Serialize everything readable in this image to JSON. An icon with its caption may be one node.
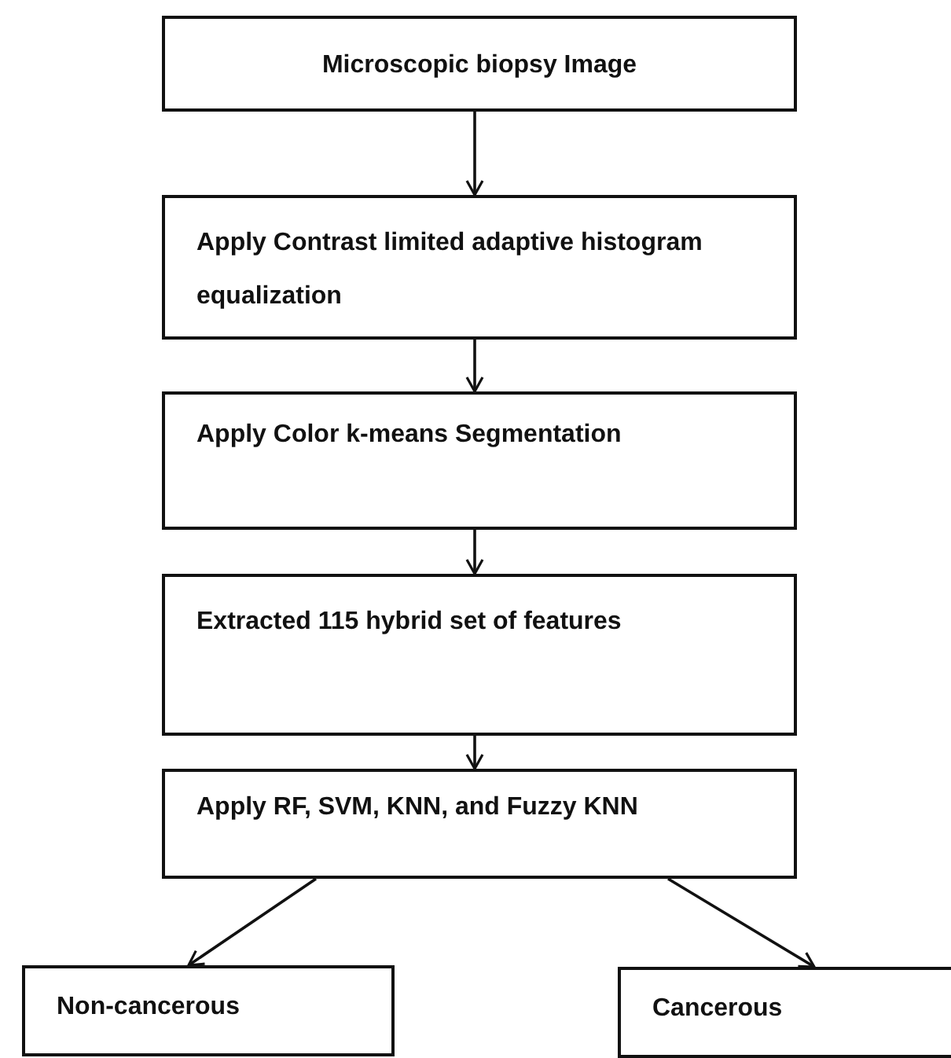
{
  "diagram": {
    "nodes": [
      {
        "text": [
          "Microscopic biopsy Image"
        ]
      },
      {
        "text": [
          "Apply Contrast limited adaptive histogram equalization"
        ]
      },
      {
        "text": [
          "Apply Color k-means Segmentation"
        ]
      },
      {
        "text": [
          "Extracted 115 hybrid set of features"
        ]
      },
      {
        "text": [
          "Apply RF, SVM, KNN, and Fuzzy KNN"
        ]
      },
      {
        "text": [
          "Non-cancerous"
        ]
      },
      {
        "text": [
          "Cancerous"
        ]
      }
    ],
    "edges": [
      {
        "from": 0,
        "to": 1,
        "arrow": "to"
      },
      {
        "from": 1,
        "to": 2,
        "arrow": "to"
      },
      {
        "from": 2,
        "to": 3,
        "arrow": "to"
      },
      {
        "from": 3,
        "to": 4,
        "arrow": "to"
      },
      {
        "from": 4,
        "to": 5,
        "arrow": "to"
      },
      {
        "from": 4,
        "to": 6,
        "arrow": "to"
      }
    ]
  }
}
